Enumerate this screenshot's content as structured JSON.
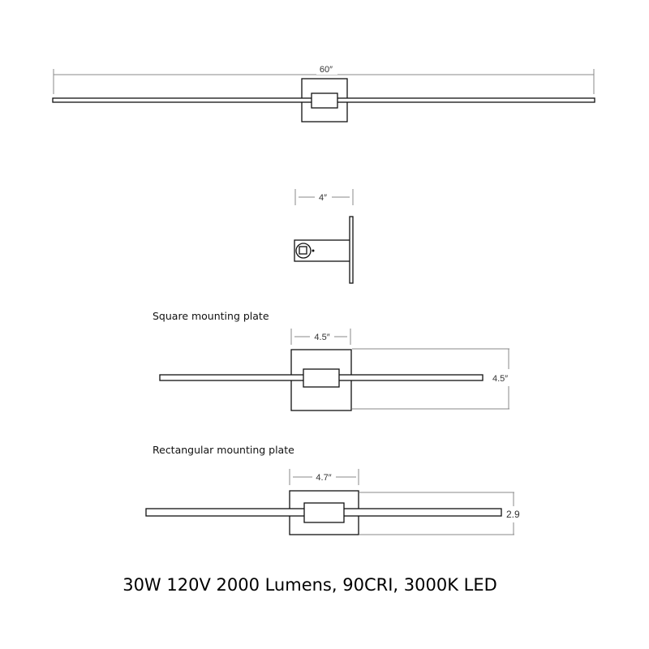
{
  "front_view": {
    "width_label": "60″"
  },
  "side_view": {
    "depth_label": "4″"
  },
  "square_plate": {
    "title": "Square mounting plate",
    "width_label": "4.5″",
    "height_label": "4.5″"
  },
  "rect_plate": {
    "title": "Rectangular mounting plate",
    "width_label": "4.7″",
    "height_label": "2.9"
  },
  "specs": "30W 120V 2000 Lumens, 90CRI, 3000K LED"
}
